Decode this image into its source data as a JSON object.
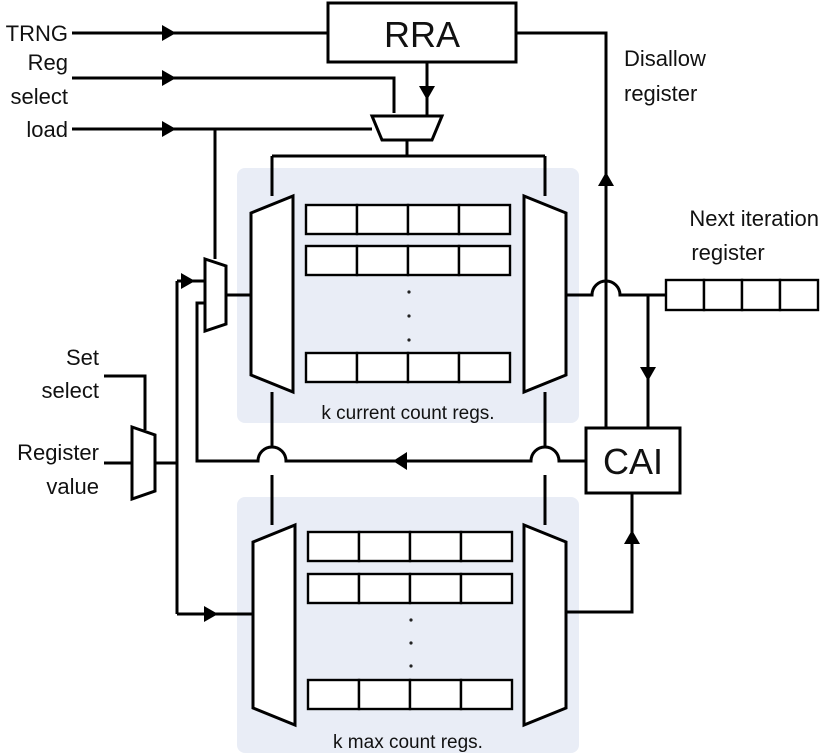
{
  "labels": {
    "trng": "TRNG",
    "reg_select_1": "Reg",
    "reg_select_2": "select",
    "load": "load",
    "set_select_1": "Set",
    "set_select_2": "select",
    "register_value_1": "Register",
    "register_value_2": "value",
    "disallow_1": "Disallow",
    "disallow_2": "register",
    "next_iter_1": "Next iteration",
    "next_iter_2": "register"
  },
  "blocks": {
    "rra": "RRA",
    "cai": "CAI"
  },
  "banks": {
    "current_caption": "k current count regs.",
    "max_caption": "k max count regs.",
    "ellipsis": "·"
  },
  "colors": {
    "bank_shade": "#e9edf6",
    "wire": "#000000"
  }
}
